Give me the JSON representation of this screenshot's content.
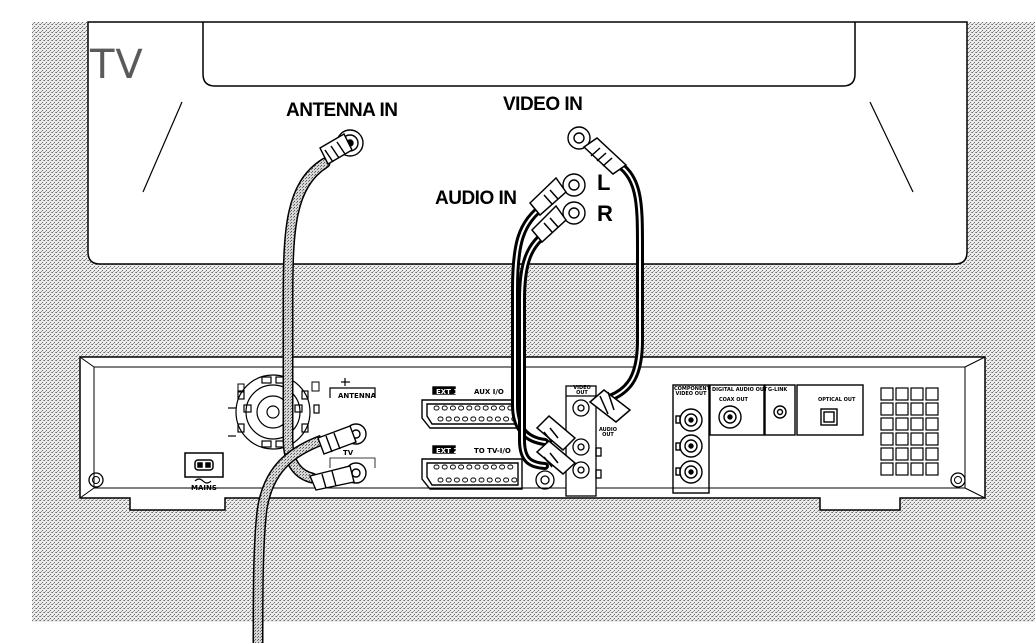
{
  "tv": {
    "title": "TV"
  },
  "labels": {
    "antenna_in": "ANTENNA IN",
    "video_in": "VIDEO IN",
    "audio_in": "AUDIO IN",
    "left": "L",
    "right": "R"
  },
  "recorder": {
    "mains": "MAINS",
    "antenna": "ANTENNA",
    "tv": "TV",
    "ext1": "EXT 1",
    "ext2": "EXT 2",
    "ext1_sub": "AUX I/O",
    "ext2_sub": "TO TV-I/O",
    "video_out": "VIDEO OUT",
    "audio_out": "AUDIO OUT",
    "component_video_out": "COMPONENT VIDEO OUT",
    "digital_audio_out": "DIGITAL AUDIO OUT",
    "coax_out": "COAX OUT",
    "g_link": "G-LINK",
    "optical_out": "OPTICAL OUT"
  },
  "colors": {
    "background_dots": "#b9b9b9",
    "cable_gray": "#8e8e8e",
    "line": "#000000"
  }
}
